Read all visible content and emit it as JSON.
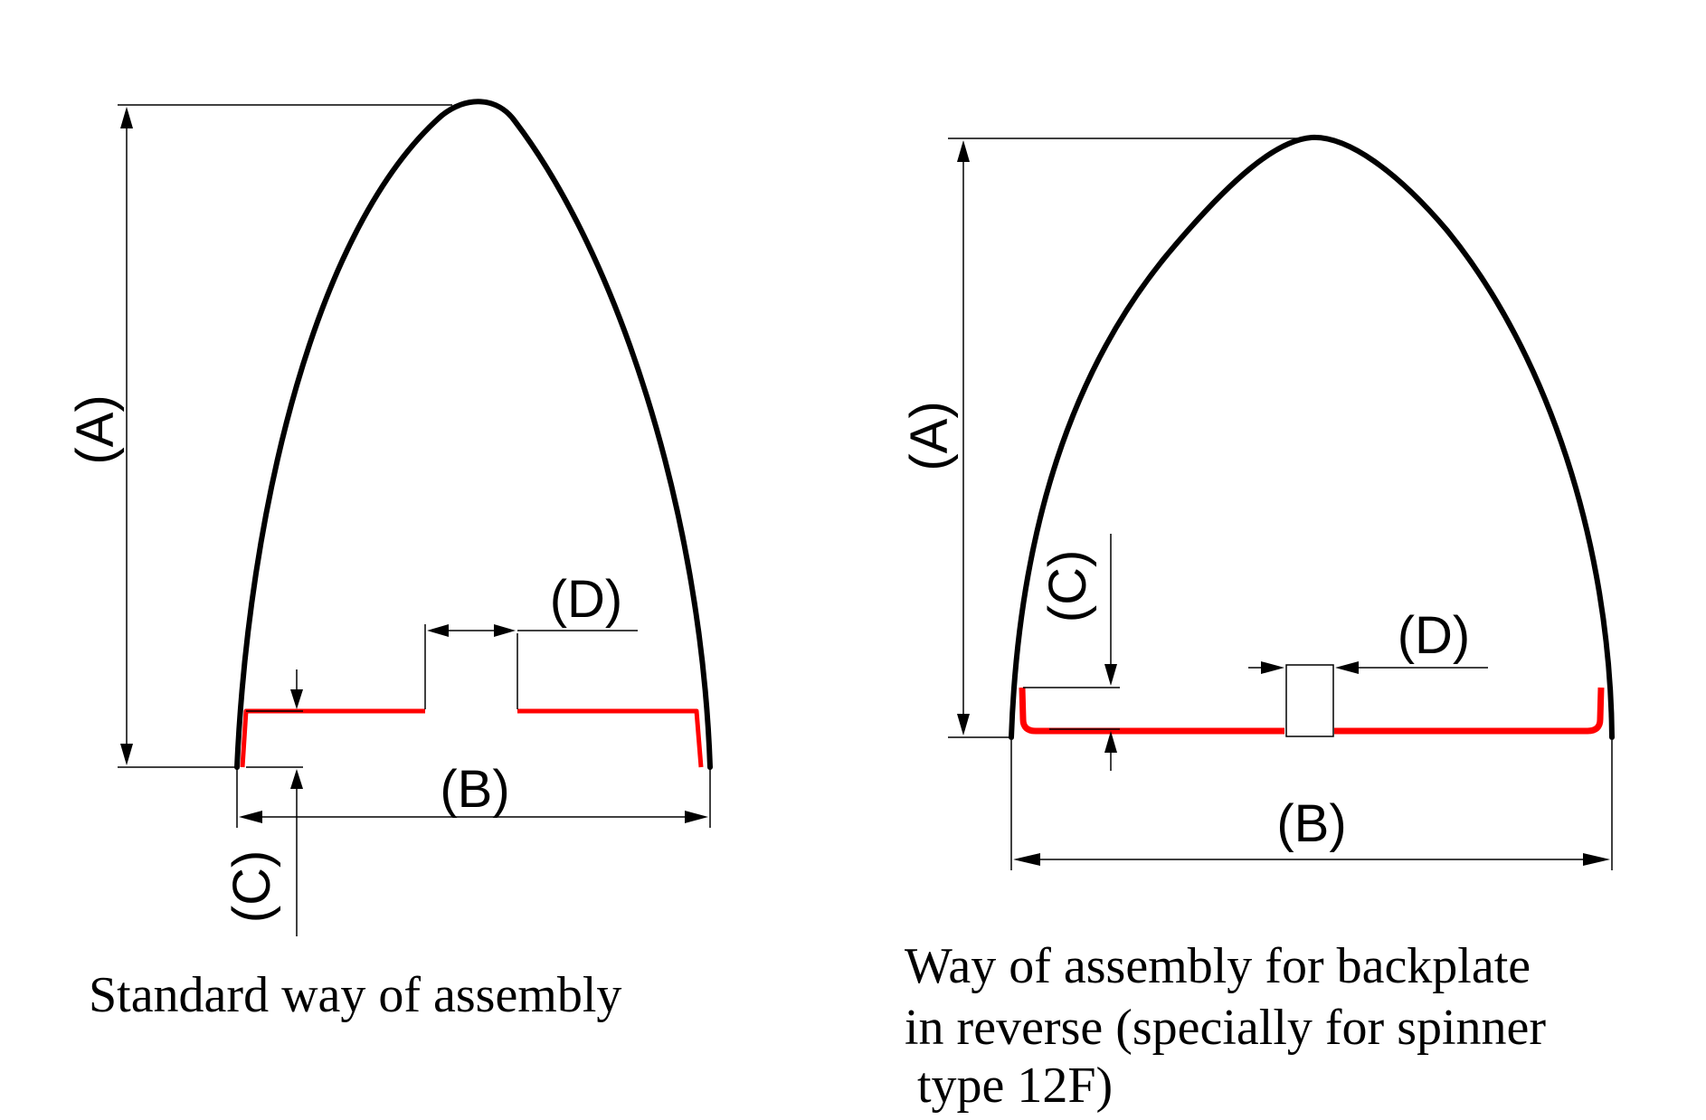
{
  "diagram_title": "",
  "standard": {
    "caption": "Standard way of assembly",
    "labels": {
      "a": "(A)",
      "b": "(B)",
      "c": "(C)",
      "d": "(D)"
    }
  },
  "reverse": {
    "caption_lines": [
      "Way of assembly for backplate",
      "in reverse (specially for spinner",
      " type 12F)"
    ],
    "labels": {
      "a": "(A)",
      "b": "(B)",
      "c": "(C)",
      "d": "(D)"
    }
  },
  "colors": {
    "outline": "#000000",
    "backplate": "#ff0000",
    "dimension": "#000000"
  }
}
